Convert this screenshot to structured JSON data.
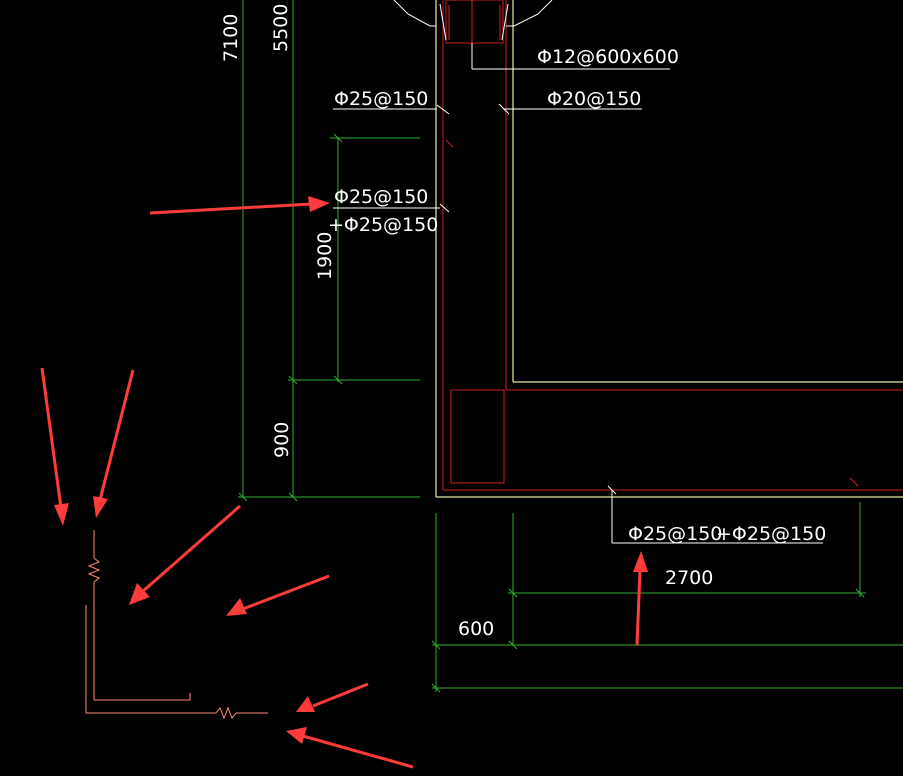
{
  "drawing": {
    "dimensions": {
      "d7100": "7100",
      "d5500": "5500",
      "d1900": "1900",
      "d900": "900",
      "d2700": "2700",
      "d600": "600"
    },
    "rebar_labels": {
      "top_stirrup": "Φ12@600x600",
      "wall_left": "Φ25@150",
      "wall_right": "Φ20@150",
      "wall_lower_1": "Φ25@150",
      "wall_lower_2": "+Φ25@150",
      "slab_bottom_1": "Φ25@150",
      "slab_bottom_2": "+Φ25@150"
    },
    "colors": {
      "background": "#000000",
      "dimension_line": "#2fae2f",
      "concrete_outline": "#e8e8a0",
      "rebar": "#d02020",
      "annotation_arrow": "#ff3b3b",
      "text": "#ffffff",
      "detail_symbol": "#ff8a7a"
    }
  }
}
